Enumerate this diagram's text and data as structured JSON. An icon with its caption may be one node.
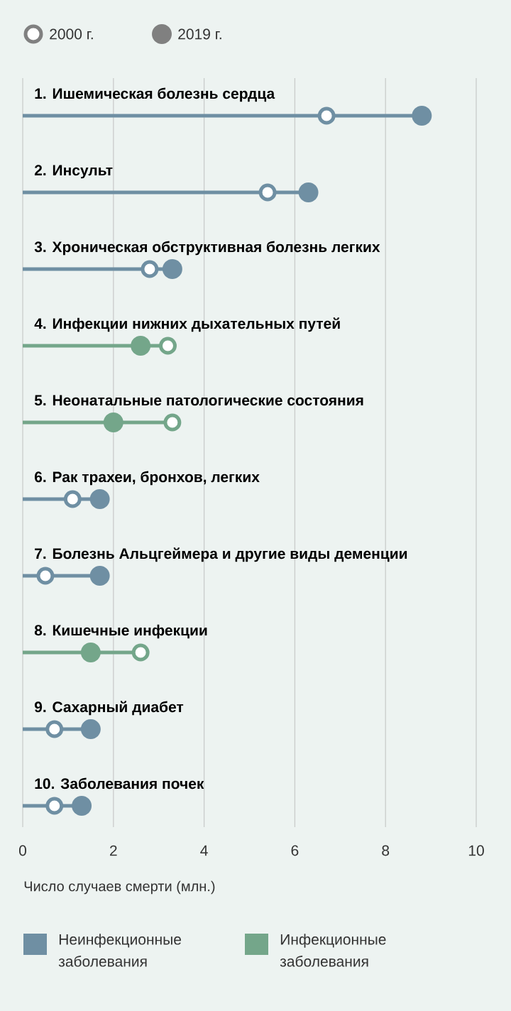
{
  "diagram": {
    "chart_data": {
      "type": "scatter",
      "xlabel": "Число случаев смерти (млн.)",
      "categories": [
        "1. Ишемическая болезнь сердца",
        "2. Инсульт",
        "3. Хроническая обструктивная болезнь легких",
        "4. Инфекции нижних дыхательных путей",
        "5. Неонатальные  патологические состояния",
        "6. Рак трахеи, бронхов, легких",
        "7. Болезнь Альцгеймера и другие виды деменции",
        "8. Кишечные инфекции",
        "9. Сахарный диабет",
        "10. Заболевания почек"
      ],
      "series": [
        {
          "name": "2000 г.",
          "colors": [
            "#6f8fa3",
            "#6f8fa3",
            "#6f8fa3",
            "#74a68a",
            "#74a68a",
            "#6f8fa3",
            "#6f8fa3",
            "#74a68a",
            "#6f8fa3",
            "#6f8fa3"
          ],
          "values": [
            6.7,
            5.4,
            2.8,
            3.2,
            3.3,
            1.1,
            0.5,
            2.6,
            0.7,
            0.7
          ]
        },
        {
          "name": "2019 г.",
          "colors": [
            "#6f8fa3",
            "#6f8fa3",
            "#6f8fa3",
            "#74a68a",
            "#74a68a",
            "#6f8fa3",
            "#6f8fa3",
            "#74a68a",
            "#6f8fa3",
            "#6f8fa3"
          ],
          "values": [
            8.8,
            6.3,
            3.3,
            2.6,
            2.0,
            1.7,
            1.7,
            1.5,
            1.5,
            1.3
          ]
        }
      ],
      "orientation": "horizontal",
      "grid": true,
      "xlim": [
        0,
        10
      ],
      "xticks": [
        0,
        2,
        4,
        6,
        8,
        10
      ]
    },
    "legend": [
      {
        "text": "Неинфекционные заболевания",
        "color": "#6f8fa3"
      },
      {
        "text": "Инфекционные заболевания",
        "color": "#74a68a"
      }
    ]
  }
}
